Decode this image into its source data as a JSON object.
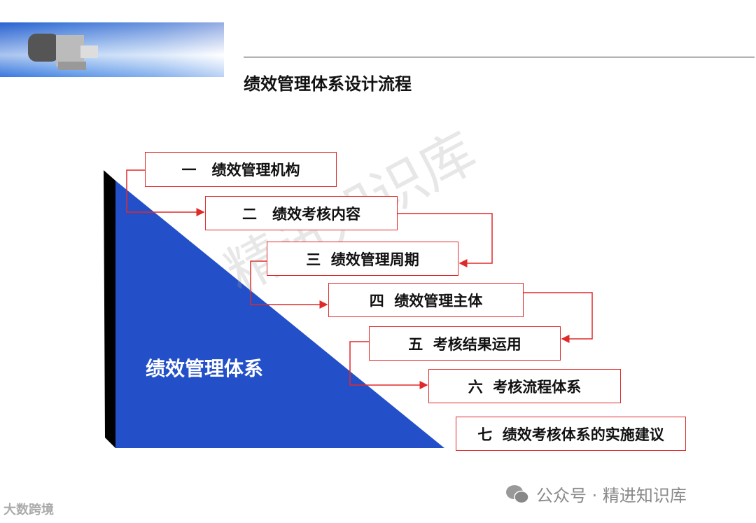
{
  "header": {
    "title": "绩效管理体系设计流程"
  },
  "diagram": {
    "base_label": "绩效管理体系",
    "steps": [
      {
        "label": "一   绩效管理机构"
      },
      {
        "label": "二   绩效考核内容"
      },
      {
        "label": "三  绩效管理周期"
      },
      {
        "label": "四  绩效管理主体"
      },
      {
        "label": "五  考核结果运用"
      },
      {
        "label": "六  考核流程体系"
      },
      {
        "label": "七  绩效考核体系的实施建议"
      }
    ],
    "colors": {
      "triangle": "#2350c8",
      "border": "#e02a2a",
      "shadow": "#000000"
    }
  },
  "watermark": "精进知识库",
  "footer": {
    "wechat": "公众号 · 精进知识库",
    "brand": "大数跨境"
  }
}
